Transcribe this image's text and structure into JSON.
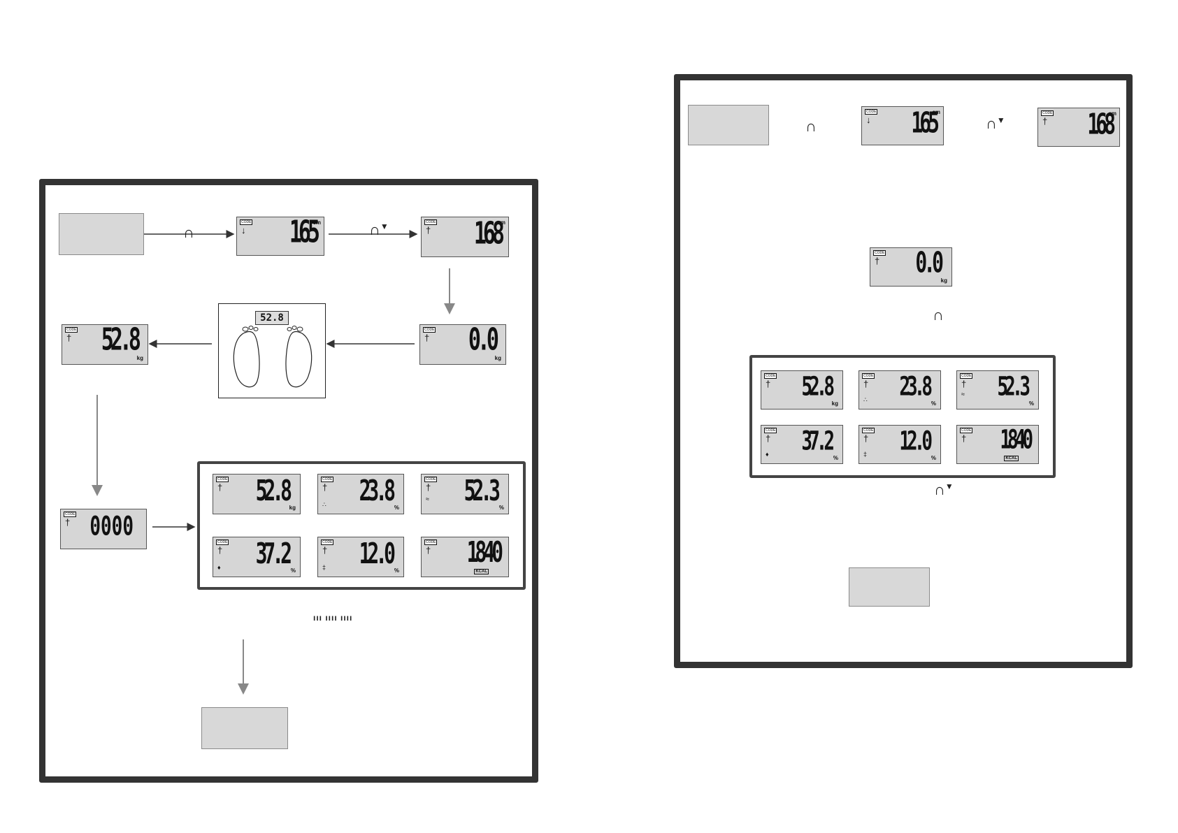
{
  "icons": {
    "press": "finger-press-icon",
    "press_down": "finger-press-down-icon",
    "person": "person-icon",
    "foot": "foot-icon"
  },
  "left": {
    "code_label": "CODE",
    "step_height_1": {
      "value": "165",
      "unit": "cm"
    },
    "step_height_2": {
      "value": "168",
      "unit": "cm"
    },
    "step_zero": {
      "value": "0.0",
      "unit": "kg"
    },
    "step_weight": {
      "value": "52.8",
      "unit": "kg"
    },
    "step_scale_display": "52.8",
    "step_code": {
      "value": "0000"
    },
    "results": [
      {
        "value": "52.8",
        "unit": "kg"
      },
      {
        "value": "23.8",
        "unit": "%"
      },
      {
        "value": "52.3",
        "unit": "%"
      },
      {
        "value": "37.2",
        "unit": "%"
      },
      {
        "value": "12.0",
        "unit": "%"
      },
      {
        "value": "1840",
        "unit": "KCAL"
      }
    ],
    "fat_bar_legend": "ııı ıııı ıııı"
  },
  "right": {
    "code_label": "CODE",
    "step_height_1": {
      "value": "165",
      "unit": "cm"
    },
    "step_height_2": {
      "value": "168",
      "unit": "cm"
    },
    "step_zero": {
      "value": "0.0",
      "unit": "kg"
    },
    "results": [
      {
        "value": "52.8",
        "unit": "kg"
      },
      {
        "value": "23.8",
        "unit": "%"
      },
      {
        "value": "52.3",
        "unit": "%"
      },
      {
        "value": "37.2",
        "unit": "%"
      },
      {
        "value": "12.0",
        "unit": "%"
      },
      {
        "value": "1840",
        "unit": "KCAL"
      }
    ]
  }
}
